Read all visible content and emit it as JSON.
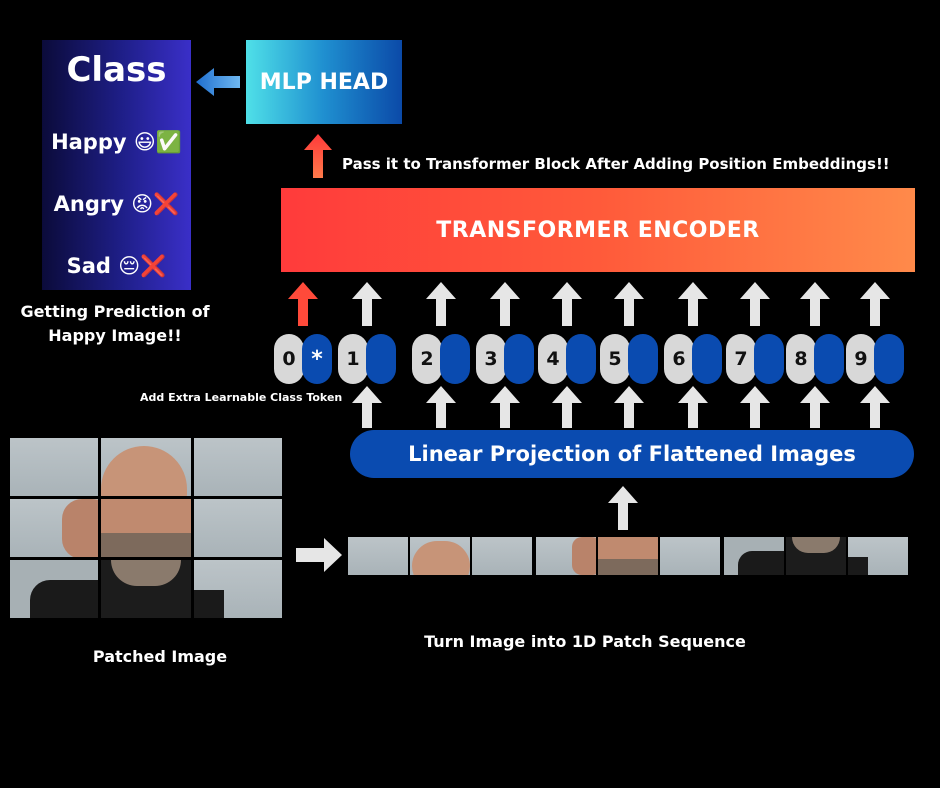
{
  "class_panel": {
    "title": "Class",
    "items": [
      {
        "label": "Happy",
        "emoji": "😃",
        "mark": "✅"
      },
      {
        "label": "Angry",
        "emoji": "😡",
        "mark": "❌"
      },
      {
        "label": "Sad",
        "emoji": "😔",
        "mark": "❌"
      }
    ]
  },
  "prediction_label": "Getting Prediction of Happy Image!!",
  "mlp_head": "MLP HEAD",
  "pass_text": "Pass it to Transformer Block After Adding Position Embeddings!!",
  "encoder": "TRANSFORMER ENCODER",
  "tokens": [
    "0",
    "1",
    "2",
    "3",
    "4",
    "5",
    "6",
    "7",
    "8",
    "9"
  ],
  "class_token_symbol": "*",
  "class_token_text": "Add Extra Learnable Class Token",
  "linear_projection": "Linear Projection of Flattened Images",
  "patched_label": "Patched Image",
  "sequence_label": "Turn Image into 1D Patch Sequence",
  "colors": {
    "embedding_blue": "#0a4bb0",
    "encoder_red": "#ff3b3b",
    "encoder_orange": "#ff8a4a",
    "arrow_red": "#ff4a3a",
    "arrow_gray": "#e6e6e6",
    "mlp_cyan": "#4fe0e8"
  }
}
